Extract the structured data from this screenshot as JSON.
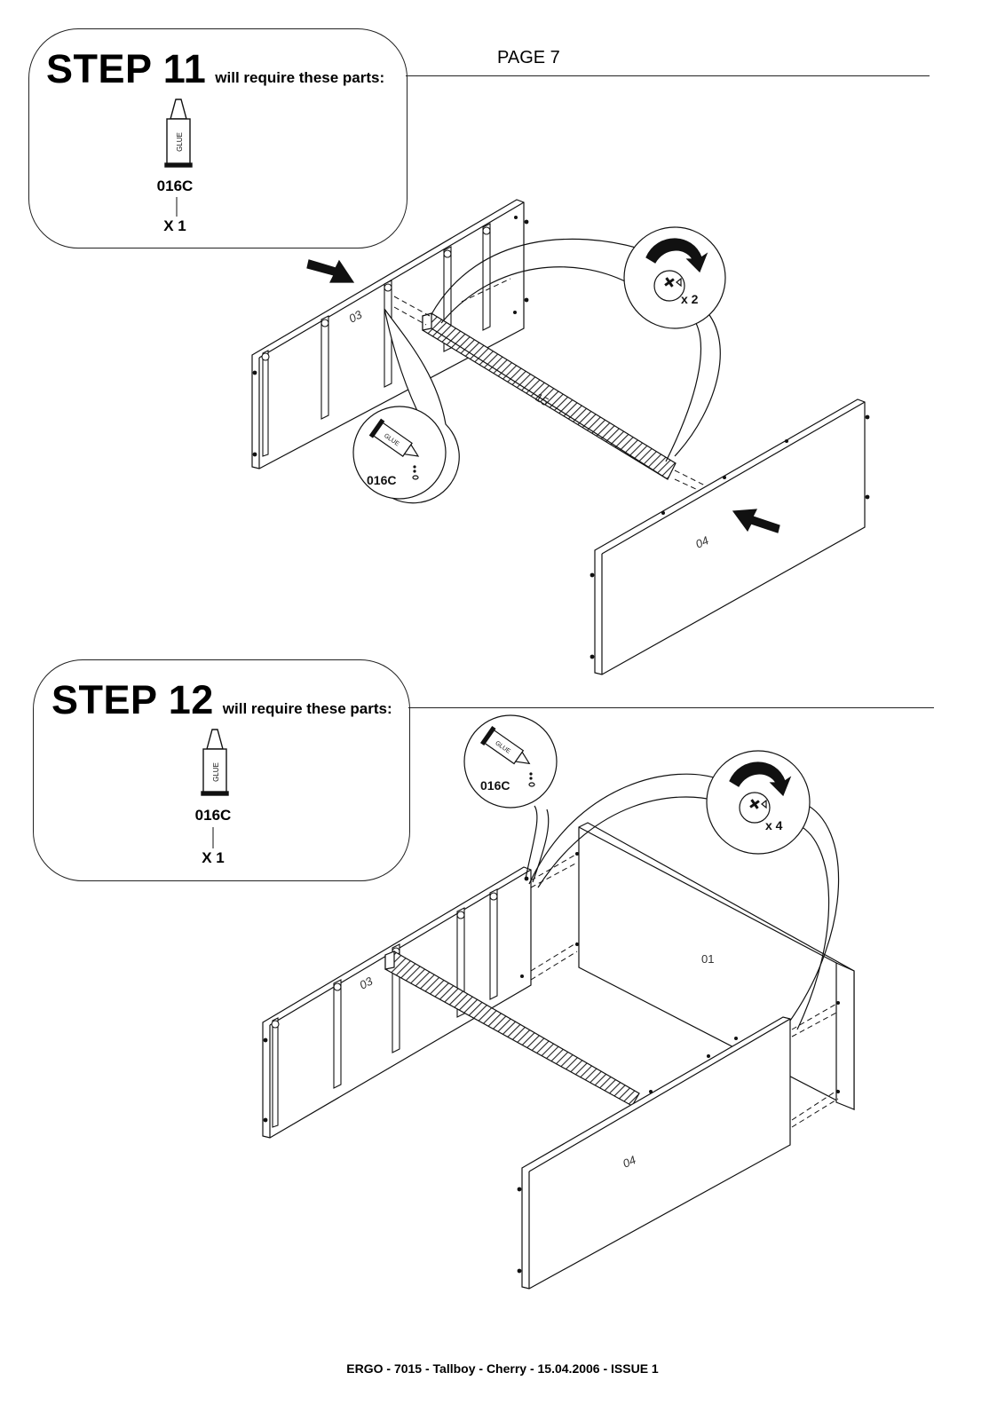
{
  "page": "PAGE 7",
  "step11": {
    "title": "STEP 11",
    "subtitle": "will require these parts:",
    "part_code": "016C",
    "quantity": "X 1",
    "tube_label": "GLUE",
    "panels": {
      "side_left": "03",
      "rail": "15",
      "side_right": "04"
    },
    "callout_glue": {
      "code": "016C",
      "tube_label": "GLUE"
    },
    "callout_screw": {
      "count": "x 2"
    }
  },
  "step12": {
    "title": "STEP 12",
    "subtitle": "will require these parts:",
    "part_code": "016C",
    "quantity": "X 1",
    "tube_label": "GLUE",
    "panels": {
      "side_left": "03",
      "back": "01",
      "side_right": "04"
    },
    "callout_glue": {
      "code": "016C",
      "tube_label": "GLUE"
    },
    "callout_screw": {
      "count": "x 4"
    }
  },
  "footer": "ERGO - 7015  -  Tallboy -  Cherry -   15.04.2006   -    ISSUE 1"
}
